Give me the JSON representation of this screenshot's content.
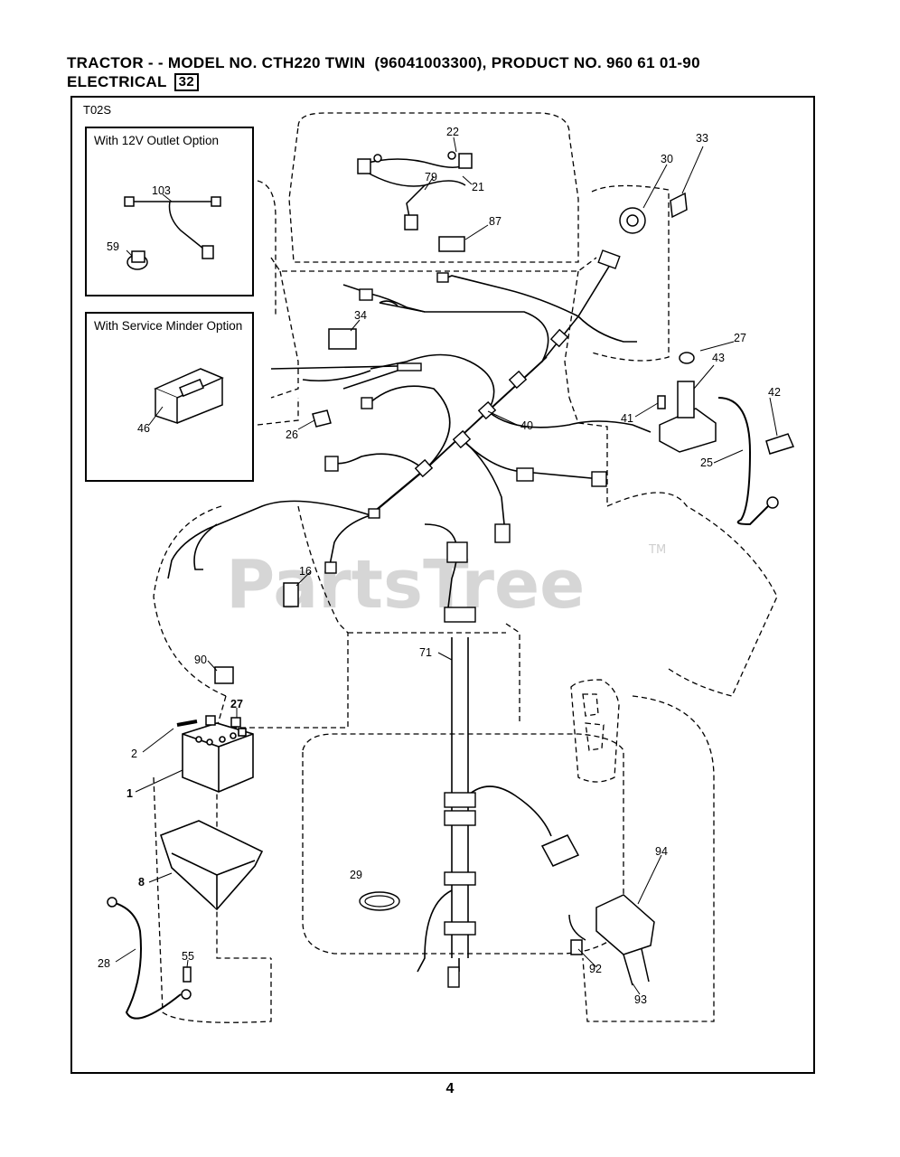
{
  "header": {
    "line1": "TRACTOR - - MODEL NO. CTH220 TWIN  (96041003300), PRODUCT NO. 960 61 01-90",
    "line2": "ELECTRICAL",
    "section_badge": "32"
  },
  "diagram": {
    "code": "T02S",
    "option_12v_title": "With 12V Outlet Option",
    "option_service_title": "With Service Minder Option",
    "watermark": "PartsTree",
    "watermark_tm": "TM"
  },
  "parts": [
    {
      "num": "22"
    },
    {
      "num": "79"
    },
    {
      "num": "21"
    },
    {
      "num": "87"
    },
    {
      "num": "30"
    },
    {
      "num": "33"
    },
    {
      "num": "103"
    },
    {
      "num": "59"
    },
    {
      "num": "34"
    },
    {
      "num": "46"
    },
    {
      "num": "26"
    },
    {
      "num": "40"
    },
    {
      "num": "27"
    },
    {
      "num": "43"
    },
    {
      "num": "42"
    },
    {
      "num": "41"
    },
    {
      "num": "25"
    },
    {
      "num": "16"
    },
    {
      "num": "71"
    },
    {
      "num": "90"
    },
    {
      "num": "27",
      "bold": true
    },
    {
      "num": "2"
    },
    {
      "num": "1",
      "bold": true
    },
    {
      "num": "8",
      "bold": true
    },
    {
      "num": "29"
    },
    {
      "num": "94"
    },
    {
      "num": "28"
    },
    {
      "num": "55"
    },
    {
      "num": "92"
    },
    {
      "num": "93"
    }
  ],
  "page_number": "4"
}
